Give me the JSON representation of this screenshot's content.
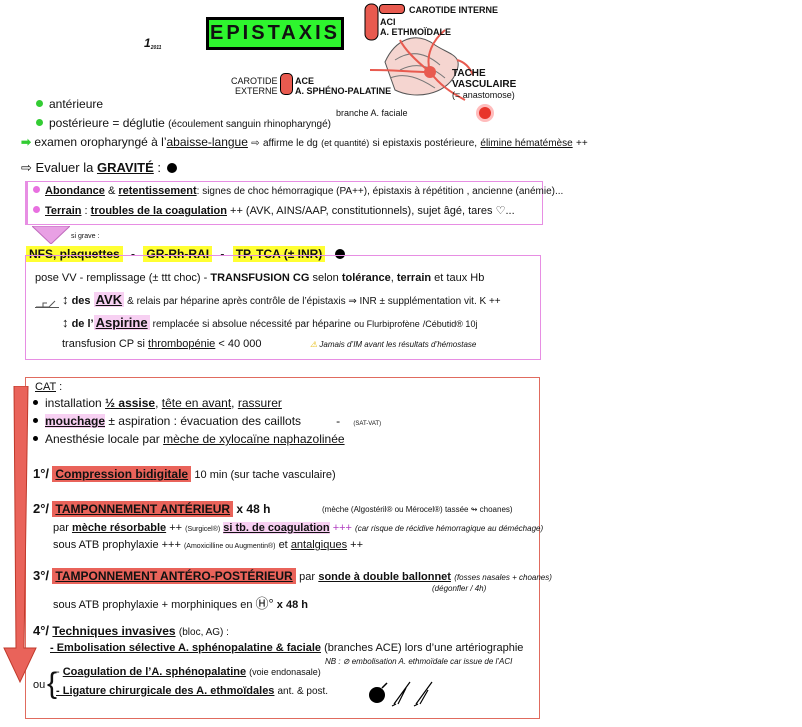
{
  "header": {
    "title": "EPISTAXIS",
    "mark": "1",
    "mark_sub": "2011"
  },
  "anatomy": {
    "carotide_interne": "CAROTIDE INTERNE",
    "aci": "ACI",
    "a_ethmoidale": "A. ETHMOÏDALE",
    "carotide_externe_1": "CAROTIDE",
    "carotide_externe_2": "EXTERNE",
    "ace": "ACE",
    "a_spheno": "A. SPHÉNO-PALATINE",
    "tache_1": "TACHE",
    "tache_2": "VASCULAIRE",
    "anastomose": "(= anastomose)",
    "branche_faciale": "branche A. faciale"
  },
  "intro": {
    "anterieure": "antérieure",
    "posterieure": "postérieure = déglutie",
    "posterieure_note": "(écoulement sanguin rhinopharyngé)",
    "exam_1": "examen oropharyngé à l’",
    "exam_2": "abaisse-langue",
    "exam_3": "affirme le dg",
    "exam_4": "(et quantité)",
    "exam_5": "si epistaxis postérieure,",
    "exam_6": "élimine hématémèse",
    "exam_7": "++"
  },
  "gravite": {
    "label_1": "Evaluer la",
    "label_2": "GRAVITÉ",
    "label_3": ":",
    "abondance_1": "Abondance",
    "abondance_2": "&",
    "abondance_3": "retentissement",
    "abondance_4": ": signes de choc hémorragique (PA++), épistaxis à répétition , ancienne (anémie)...",
    "terrain_1": "Terrain",
    "terrain_2": ":",
    "terrain_3": "troubles de la coagulation",
    "terrain_4": "++  (AVK, AINS/AAP, constitutionnels), sujet âgé, tares ♡..."
  },
  "bilan": {
    "si_grave": "si grave :",
    "nfs": "NFS, plaquettes",
    "sep1": "-",
    "gr": "GR-Rh-RAI",
    "sep2": "-",
    "tp": "TP, TCA (± INR)",
    "vv_1": "pose VV -  remplissage (± ttt choc) -",
    "vv_2": "TRANSFUSION CG",
    "vv_3": "selon",
    "vv_4": "tolérance",
    "vv_5": ",",
    "vv_6": "terrain",
    "vv_7": "et taux Hb",
    "avk_arrow": "↕",
    "avk_1": "des",
    "avk_2": "AVK",
    "avk_3": "& relais par héparine après contrôle de l’épistaxis  ⇒  INR  ±  supplémentation vit. K ++",
    "asp_arrow": "↕",
    "asp_1": "de l’",
    "asp_2": "Aspirine",
    "asp_3": "remplacée si absolue nécessité par héparine",
    "asp_4": "ou Flurbiprofène",
    "asp_5": "/Cébutid® 10j",
    "cp_1": "transfusion CP si",
    "cp_2": "thrombopénie",
    "cp_3": "< 40 000",
    "warn_icon": "⚠",
    "warn": "Jamais d’IM avant les résultats d’hémostase"
  },
  "cat": {
    "label": "CAT",
    "colon": ":",
    "l1_1": "installation",
    "l1_2": "½ assise",
    "l1_3": ",",
    "l1_4": "tête en avant",
    "l1_5": ",",
    "l1_6": "rassurer",
    "l2_1": "mouchage",
    "l2_2": "± aspiration : évacuation des caillots",
    "l2_3": "-",
    "l2_4": "(SAT-VAT)",
    "l3_1": "Anesthésie locale par",
    "l3_2": "mèche de xylocaïne naphazolinée",
    "s1_num": "1°/",
    "s1_title": "Compression bidigitale",
    "s1_rest": "10 min  (sur tache vasculaire)",
    "s2_num": "2°/",
    "s2_title": "TAMPONNEMENT ANTÉRIEUR",
    "s2_dur": "x 48 h",
    "s2_note": "(mèche (Algostéril® ou Mérocel®) tassée ↬ choanes)",
    "s2_l1_1": "par",
    "s2_l1_2": "mèche résorbable",
    "s2_l1_3": "++",
    "s2_l1_4": "(Surgicel®)",
    "s2_l1_5": "si tb. de coagulation",
    "s2_l1_6": "+++",
    "s2_l1_7": "(car risque de récidive hémorragique au déméchage)",
    "s2_l2_1": "sous ATB prophylaxie +++",
    "s2_l2_2": "(Amoxicilline ou Augmentin®)",
    "s2_l2_3": "et",
    "s2_l2_4": "antalgiques",
    "s2_l2_5": "++",
    "s3_num": "3°/",
    "s3_title": "TAMPONNEMENT ANTÉRO-POSTÉRIEUR",
    "s3_1": "par",
    "s3_2": "sonde à double ballonnet",
    "s3_3": "(fosses nasales + choanes)",
    "s3_4": "(dégonfler / 4h)",
    "s3_l2_1": "sous ATB prophylaxie + morphiniques   en",
    "s3_l2_2": "Ⓗ°",
    "s3_l2_3": "x 48 h",
    "s4_num": "4°/",
    "s4_title": "Techniques invasives",
    "s4_note": "(bloc, AG) :",
    "s4_l1_1": "- Embolisation sélective  A. sphénopalatine & faciale",
    "s4_l1_2": "(branches ACE)  lors d’une artériographie",
    "s4_nb": "NB : ⊘ embolisation A. ethmoïdale car issue de l’ACI",
    "ou": "ou",
    "s4_l2_1": "Coagulation de l’A. sphénopalatine",
    "s4_l2_2": "(voie endonasale)",
    "s4_l3_1": "- Ligature chirurgicale des A. ethmoïdales",
    "s4_l3_2": "ant. & post."
  },
  "colors": {
    "green": "#2ef52e",
    "red": "#e9635a",
    "yellow": "#ffff33",
    "pink": "#e78ee3"
  }
}
